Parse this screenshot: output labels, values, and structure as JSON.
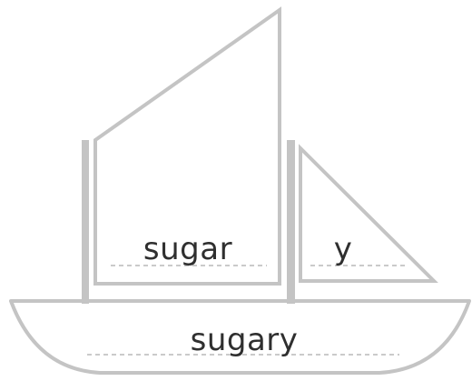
{
  "words": {
    "base": "sugar",
    "suffix": "y",
    "result": "sugary"
  },
  "colors": {
    "outline": "#c4c4c4",
    "text": "#2f2f2f",
    "guide": "#b9b9b9",
    "background": "#ffffff"
  }
}
